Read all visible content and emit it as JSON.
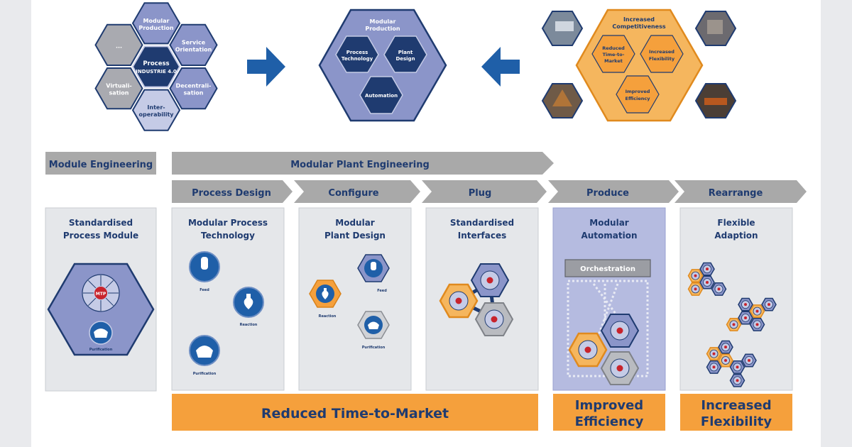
{
  "top": {
    "cluster_left": {
      "center": [
        "Process",
        "INDUSTRIE 4.0"
      ],
      "cells": [
        [
          "Modular",
          "Production"
        ],
        [
          "Service",
          "Orientation"
        ],
        [
          "Decentrali-",
          "sation"
        ],
        [
          "Inter-",
          "operability"
        ],
        [
          "Virtuali-",
          "sation"
        ],
        [
          "..."
        ]
      ]
    },
    "center_hex": {
      "title": [
        "Modular",
        "Production"
      ],
      "cells": [
        [
          "Process",
          "Technology"
        ],
        [
          "Plant",
          "Design"
        ],
        [
          "Automation"
        ]
      ]
    },
    "right_hex": {
      "title": [
        "Increased",
        "Competitiveness"
      ],
      "cells": [
        [
          "Reduced",
          "Time-to-",
          "Market"
        ],
        [
          "Increased",
          "Flexibility"
        ],
        [
          "Improved",
          "Efficiency"
        ]
      ]
    }
  },
  "phases": {
    "module_engineering": "Module Engineering",
    "modular_plant_engineering": "Modular Plant Engineering",
    "steps": [
      "Process Design",
      "Configure",
      "Plug",
      "Produce",
      "Rearrange"
    ]
  },
  "columns": [
    {
      "title": [
        "Standardised",
        "Process Module"
      ],
      "icons": [
        "MTP",
        "Purification"
      ]
    },
    {
      "title": [
        "Modular Process",
        "Technology"
      ],
      "icons": [
        "Feed",
        "Reaction",
        "Purification"
      ]
    },
    {
      "title": [
        "Modular",
        "Plant Design"
      ],
      "icons": [
        "Feed",
        "Reaction",
        "Purification"
      ]
    },
    {
      "title": [
        "Standardised",
        "Interfaces"
      ],
      "icons": []
    },
    {
      "title": [
        "Modular",
        "Automation"
      ],
      "icons": [],
      "orchestration": "Orchestration"
    },
    {
      "title": [
        "Flexible",
        "Adaption"
      ],
      "icons": []
    }
  ],
  "benefits": {
    "reduced": "Reduced Time-to-Market",
    "improved": [
      "Improved",
      "Efficiency"
    ],
    "increased": [
      "Increased",
      "Flexibility"
    ]
  },
  "colors": {
    "navy": "#1f3b70",
    "hex_blue": "#8b95c9",
    "light_purple": "#c5cbe6",
    "orange": "#f5a03c",
    "gray_arrow": "#a9a9a9",
    "panel_gray": "#e5e7ea"
  }
}
